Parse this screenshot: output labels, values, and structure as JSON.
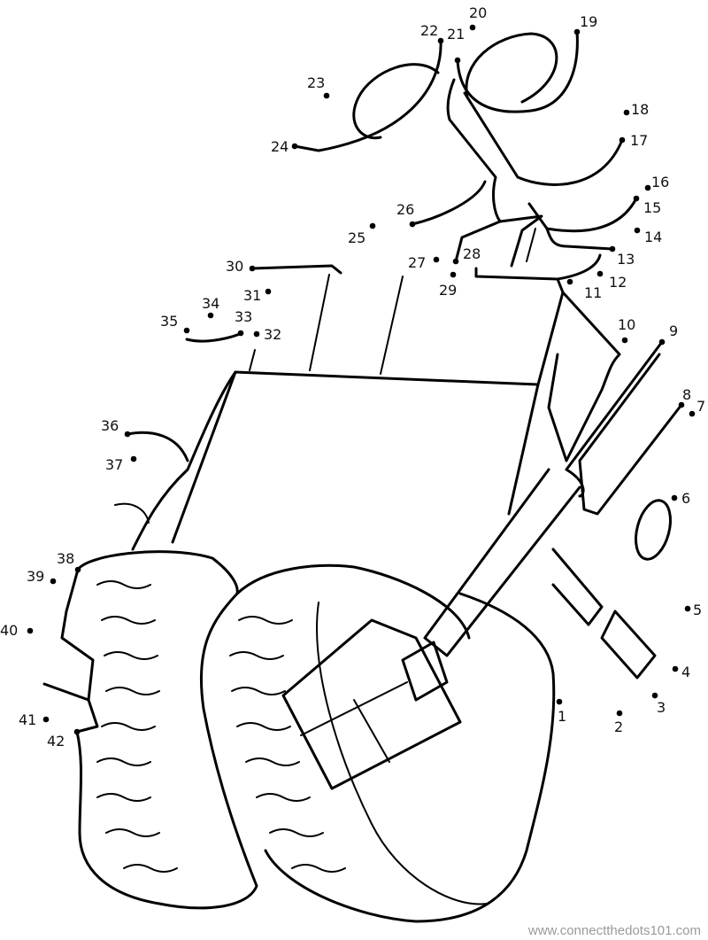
{
  "title": "WALL-E connect the dots",
  "dot_labels": [
    "1",
    "2",
    "3",
    "4",
    "5",
    "6",
    "7",
    "8",
    "9",
    "10",
    "11",
    "12",
    "13",
    "14",
    "15",
    "16",
    "17",
    "18",
    "19",
    "20",
    "21",
    "22",
    "23",
    "24",
    "25",
    "26",
    "27",
    "28",
    "29",
    "30",
    "31",
    "32",
    "33",
    "34",
    "35",
    "36",
    "37",
    "38",
    "39",
    "40",
    "41",
    "42"
  ],
  "footer": {
    "site": "www.connectthedots101.com"
  },
  "colors": {
    "ink": "#000000",
    "footer": "#9a9a9a"
  }
}
